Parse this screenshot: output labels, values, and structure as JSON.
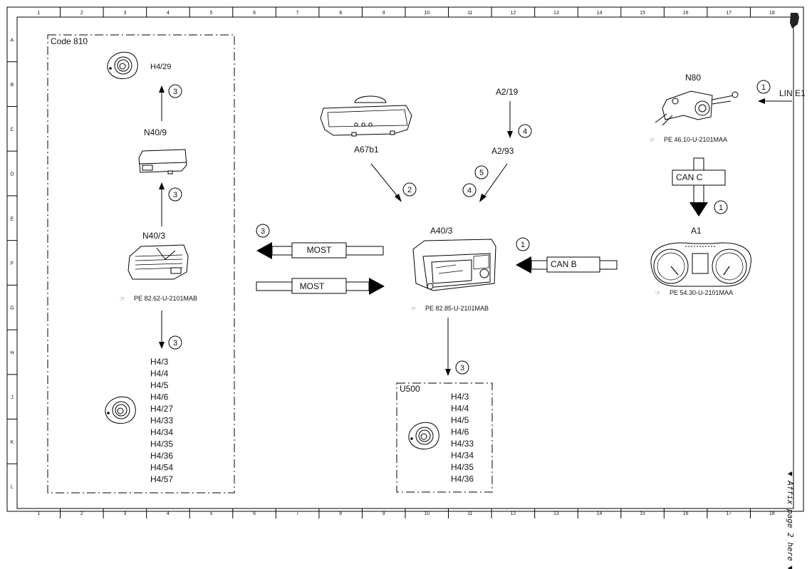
{
  "grid": {
    "columns": [
      "1",
      "2",
      "3",
      "4",
      "5",
      "6",
      "7",
      "8",
      "9",
      "10",
      "11",
      "12",
      "13",
      "14",
      "15",
      "16",
      "17",
      "18"
    ],
    "rows": [
      "A",
      "B",
      "C",
      "D",
      "E",
      "F",
      "G",
      "H",
      "J",
      "K",
      "L"
    ]
  },
  "left_box": {
    "code": "Code 810",
    "h4_29": "H4/29",
    "n40_9": "N40/9",
    "n40_3": "N40/3",
    "ref_n40_3": "PE 82.62-U-2101MAB",
    "speakers": [
      "H4/3",
      "H4/4",
      "H4/5",
      "H4/6",
      "H4/27",
      "H4/33",
      "H4/34",
      "H4/35",
      "H4/36",
      "H4/54",
      "H4/57"
    ]
  },
  "center": {
    "a67b1": "A67b1",
    "a2_19": "A2/19",
    "a2_93": "A2/93",
    "a40_3": "A40/3",
    "ref_a40_3": "PE 82.85-U-2101MAB",
    "most_out": "MOST",
    "most_in": "MOST"
  },
  "u500_box": {
    "code": "U500",
    "speakers": [
      "H4/3",
      "H4/4",
      "H4/5",
      "H4/6",
      "H4/33",
      "H4/34",
      "H4/35",
      "H4/36"
    ]
  },
  "right": {
    "n80": "N80",
    "ref_n80": "PE 46.10-U-2101MAA",
    "lin": "LIN E1",
    "can_c": "CAN C",
    "a1": "A1",
    "ref_a1": "PE 54.30-U-2101MAA",
    "can_b": "CAN B"
  },
  "callouts": {
    "c_h4_29": "3",
    "c_n40_9": "3",
    "c_n40_3": "3",
    "c_most": "3",
    "c_a67": "2",
    "c_a2_19": "4",
    "c_a2_93_5": "5",
    "c_a2_93_4": "4",
    "c_lin": "1",
    "c_canc": "1",
    "c_canb": "1",
    "c_u500": "3"
  },
  "side_note": "▼ Affix page 2 here ▼"
}
